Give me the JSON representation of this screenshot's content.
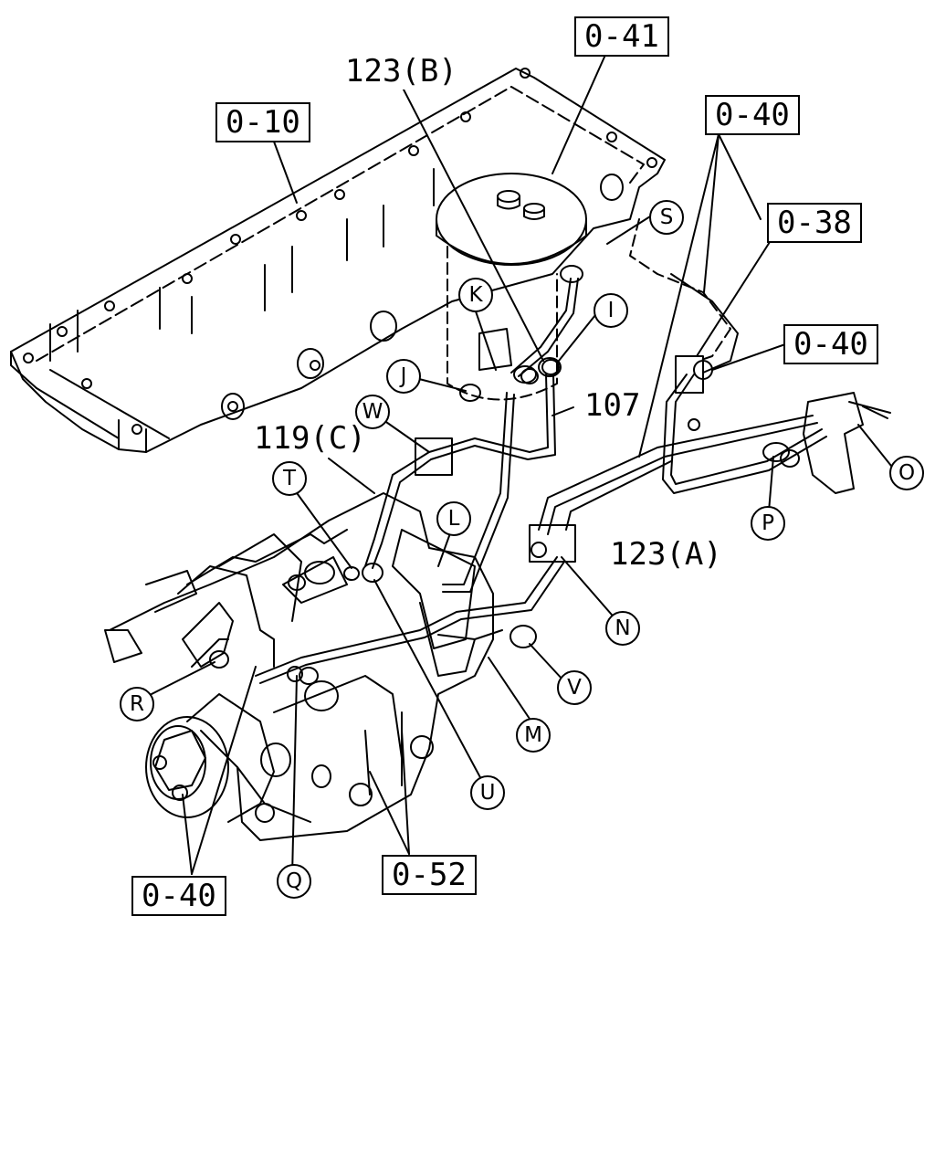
{
  "part_references": {
    "ref_0_10": "0-10",
    "ref_0_41": "0-41",
    "ref_0_40_top": "0-40",
    "ref_0_38": "0-38",
    "ref_0_40_right": "0-40",
    "ref_0_40_bottom": "0-40",
    "ref_0_52": "0-52"
  },
  "plain_labels": {
    "ref_123_b": "123(B)",
    "ref_107": "107",
    "ref_119_c": "119(C)",
    "ref_123_a": "123(A)"
  },
  "circle_callouts": {
    "s": "S",
    "k": "K",
    "i": "I",
    "j": "J",
    "w": "W",
    "t": "T",
    "l": "L",
    "o": "O",
    "p": "P",
    "n": "N",
    "r": "R",
    "v": "V",
    "m": "M",
    "u": "U",
    "q": "Q"
  }
}
